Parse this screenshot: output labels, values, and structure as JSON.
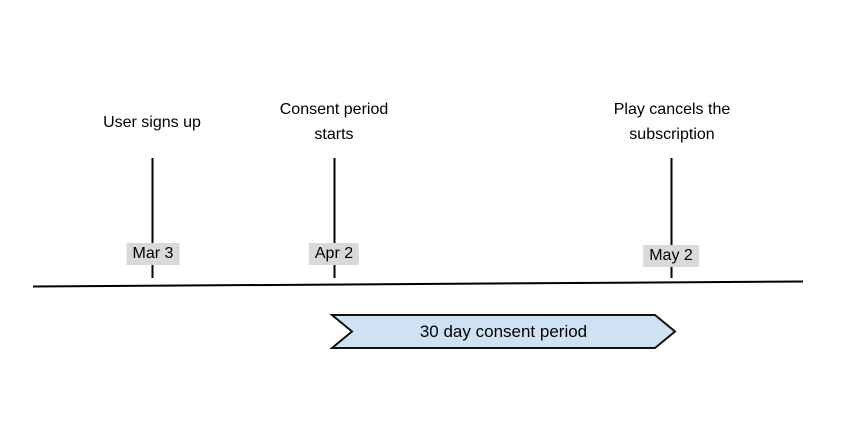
{
  "events": [
    {
      "label": "User signs up",
      "date": "Mar 3"
    },
    {
      "label": "Consent period\nstarts",
      "date": "Apr 2"
    },
    {
      "label": "Play cancels the\nsubscription",
      "date": "May 2"
    }
  ],
  "banner": {
    "label": "30 day consent period"
  },
  "colors": {
    "banner_fill": "#cfe2f3",
    "banner_stroke": "#111111",
    "badge_bg": "#d9d9d9",
    "line": "#000000",
    "text": "#000000"
  }
}
